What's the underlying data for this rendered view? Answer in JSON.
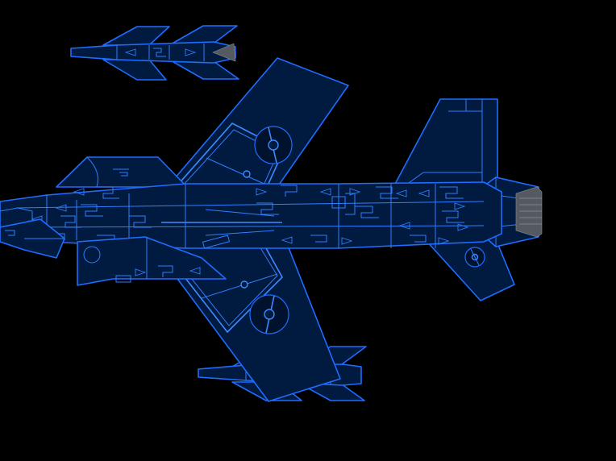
{
  "scene": {
    "background_color": "#000000",
    "line_color": "#1f6dff",
    "fill_color": "#001a40",
    "exhaust_color": "#6a6f75"
  },
  "sprites": [
    {
      "name": "escort-fighter-top",
      "icon": "fighter-jet-icon"
    },
    {
      "name": "main-starfighter",
      "icon": "starfighter-icon"
    },
    {
      "name": "escort-fighter-bottom",
      "icon": "fighter-jet-icon"
    }
  ]
}
